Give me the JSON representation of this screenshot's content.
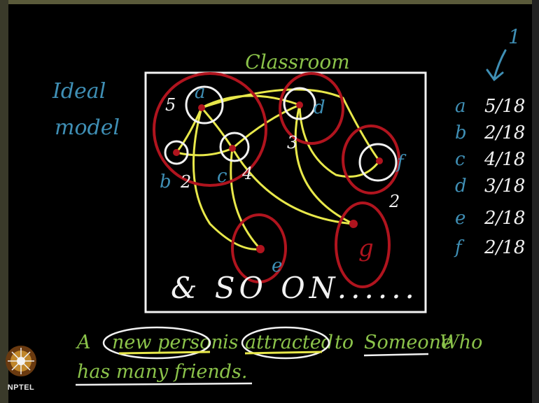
{
  "slide": {
    "title": "Classroom",
    "side_label_line1": "Ideal",
    "side_label_line2": "model",
    "arrow_label": "1",
    "footer": "& SO ON......",
    "caption_line1_parts": [
      "A",
      "new person",
      "is",
      "attracted",
      "to",
      "Someone",
      "Who"
    ],
    "caption_line2": "has many friends.",
    "logo_text": "NPTEL"
  },
  "nodes": [
    {
      "id": "a",
      "label": "a",
      "degree": "5"
    },
    {
      "id": "b",
      "label": "b",
      "degree": "2"
    },
    {
      "id": "c",
      "label": "c",
      "degree": "4"
    },
    {
      "id": "d",
      "label": "d",
      "degree": "3"
    },
    {
      "id": "f",
      "label": "f",
      "degree": "2"
    },
    {
      "id": "e",
      "label": "e",
      "degree": ""
    },
    {
      "id": "g",
      "label": "g",
      "degree": ""
    }
  ],
  "edges": [
    [
      "a",
      "b"
    ],
    [
      "a",
      "c"
    ],
    [
      "a",
      "d"
    ],
    [
      "a",
      "f"
    ],
    [
      "b",
      "c"
    ],
    [
      "c",
      "d"
    ],
    [
      "c",
      "e"
    ],
    [
      "c",
      "g"
    ],
    [
      "a",
      "e"
    ],
    [
      "d",
      "f"
    ],
    [
      "d",
      "g"
    ]
  ],
  "probabilities": [
    {
      "node": "a",
      "value": "5/18"
    },
    {
      "node": "b",
      "value": "2/18"
    },
    {
      "node": "c",
      "value": "4/18"
    },
    {
      "node": "d",
      "value": "3/18"
    },
    {
      "node": "e",
      "value": "2/18"
    },
    {
      "node": "f",
      "value": "2/18"
    }
  ],
  "colors": {
    "background": "#000000",
    "chalk": "#f2f2f2",
    "green": "#8bc34a",
    "blue": "#3f8fb5",
    "yellow": "#e8e84a",
    "red": "#b0141e",
    "frame": "#3a3a2a"
  }
}
